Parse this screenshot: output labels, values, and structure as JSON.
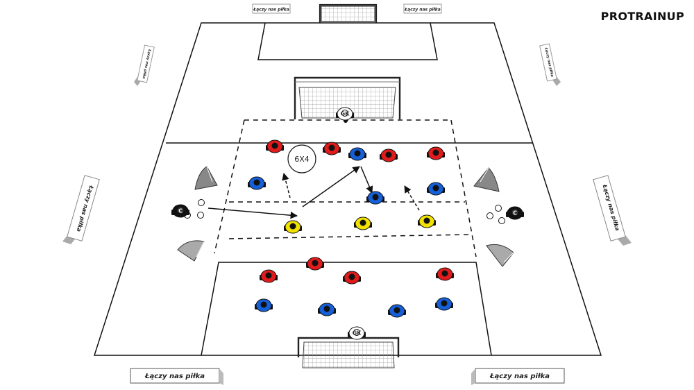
{
  "brand": "PROTRAINUP",
  "signs": {
    "top_left": "Łączy nas piłka",
    "top_right": "Łączy nas piłka",
    "bottom_left": "Łączy nas piłka",
    "bottom_right": "Łączy nas piłka",
    "side_upper_left": "Łączy nas piłka",
    "side_upper_right": "Łączy nas piłka",
    "side_left": "Łączy nas piłka",
    "side_right": "Łączy nas piłka"
  },
  "drill_label": "6X4",
  "goalkeeper_label": "GK",
  "coach_label": "C",
  "colors": {
    "red_team": "#e11b1b",
    "blue_team": "#1560d8",
    "neutral": "#f2e200",
    "coach": "#111111",
    "goalkeeper": "#ffffff"
  }
}
